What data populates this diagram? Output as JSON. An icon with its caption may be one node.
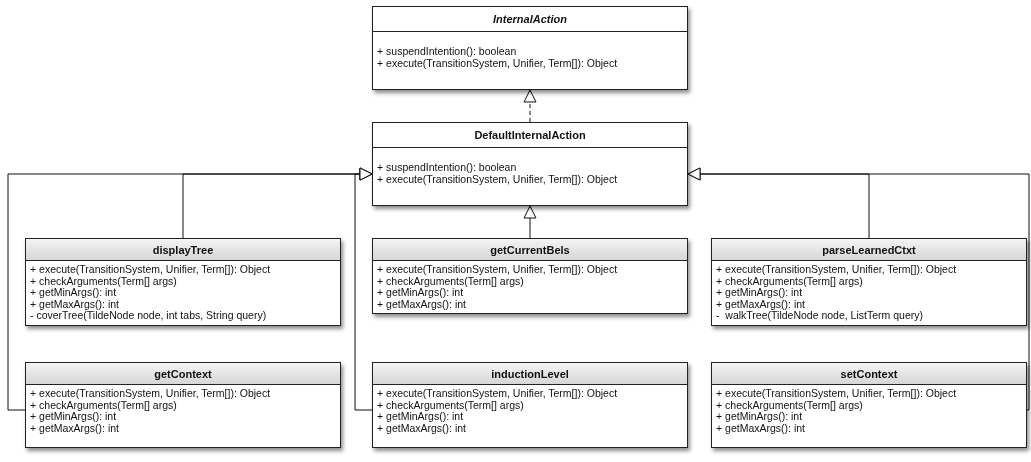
{
  "diagram": {
    "nodes": [
      {
        "text": [
          "InternalAction",
          "+ suspendIntention(): boolean",
          "+ execute(TransitionSystem, Unifier, Term[]): Object"
        ]
      },
      {
        "text": [
          "DefaultInternalAction",
          "+ suspendIntention(): boolean",
          "+ execute(TransitionSystem, Unifier, Term[]): Object"
        ]
      },
      {
        "text": [
          "displayTree",
          "+ execute(TransitionSystem, Unifier, Term[]): Object",
          "+ checkArguments(Term[] args)",
          "+ getMinArgs(): int",
          "+ getMaxArgs(): int",
          "- coverTree(TildeNode node, int tabs, String query)"
        ]
      },
      {
        "text": [
          "getCurrentBels",
          "+ execute(TransitionSystem, Unifier, Term[]): Object",
          "+ checkArguments(Term[] args)",
          "+ getMinArgs(): int",
          "+ getMaxArgs(): int"
        ]
      },
      {
        "text": [
          "parseLearnedCtxt",
          "+ execute(TransitionSystem, Unifier, Term[]): Object",
          "+ checkArguments(Term[] args)",
          "+ getMinArgs(): int",
          "+ getMaxArgs(): int",
          "-  walkTree(TildeNode node, ListTerm query)"
        ]
      },
      {
        "text": [
          "getContext",
          "+ execute(TransitionSystem, Unifier, Term[]): Object",
          "+ checkArguments(Term[] args)",
          "+ getMinArgs(): int",
          "+ getMaxArgs(): int"
        ]
      },
      {
        "text": [
          "inductionLevel",
          "+ execute(TransitionSystem, Unifier, Term[]): Object",
          "+ checkArguments(Term[] args)",
          "+ getMinArgs(): int",
          "+ getMaxArgs(): int"
        ]
      },
      {
        "text": [
          "setContext",
          "+ execute(TransitionSystem, Unifier, Term[]): Object",
          "+ checkArguments(Term[] args)",
          "+ getMinArgs(): int",
          "+ getMaxArgs(): int"
        ]
      }
    ],
    "edges": [
      {
        "from": 1,
        "to": 0,
        "arrow": "to",
        "style": "dashed"
      },
      {
        "from": 2,
        "to": 1,
        "arrow": "to"
      },
      {
        "from": 3,
        "to": 1,
        "arrow": "to"
      },
      {
        "from": 4,
        "to": 1,
        "arrow": "to"
      },
      {
        "from": 5,
        "to": 1,
        "arrow": "to"
      },
      {
        "from": 6,
        "to": 1,
        "arrow": "to"
      },
      {
        "from": 7,
        "to": 1,
        "arrow": "to"
      }
    ]
  }
}
